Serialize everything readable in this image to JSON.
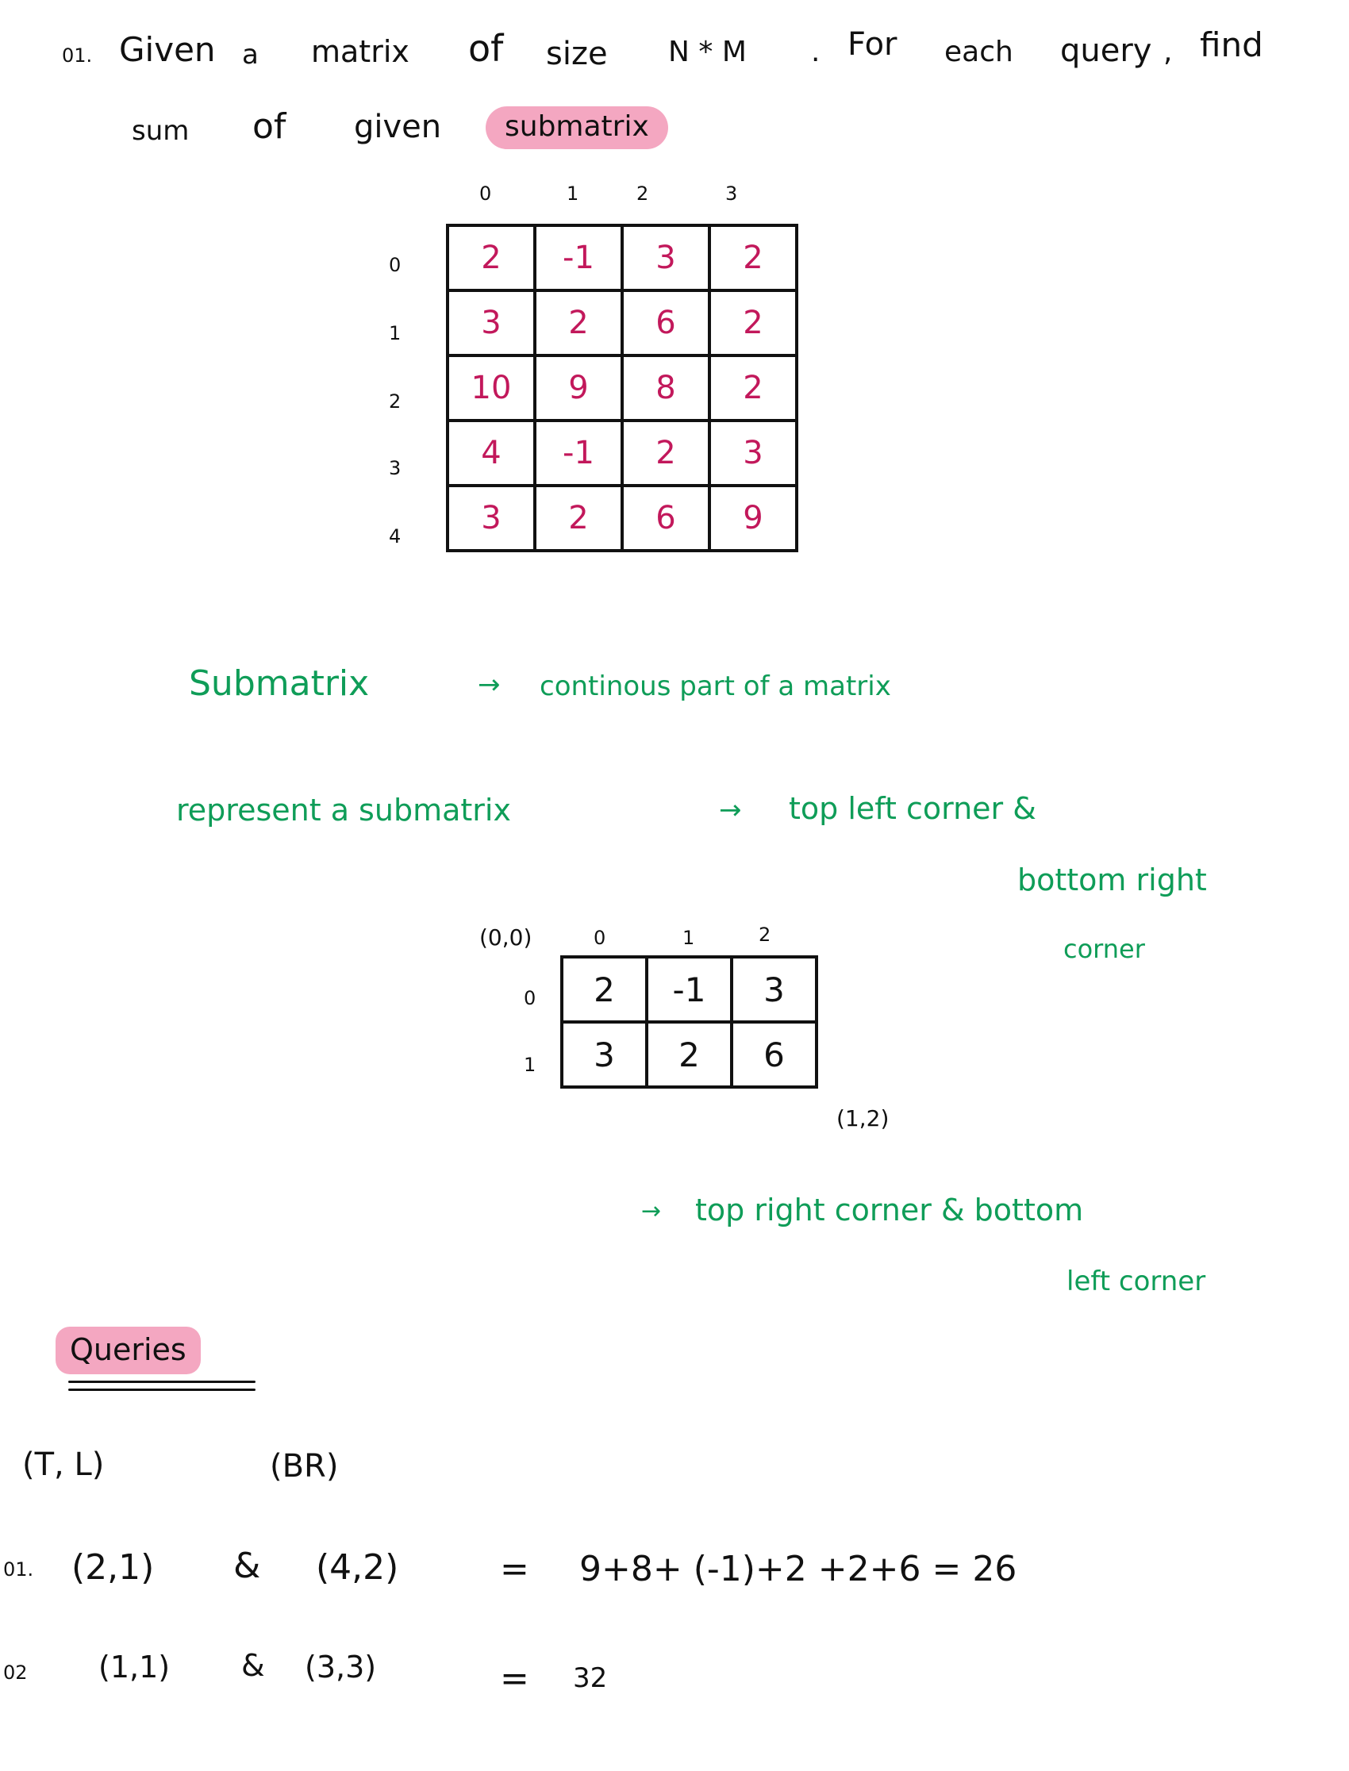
{
  "problem": {
    "number": "01.",
    "line1": [
      "Given",
      "a",
      "matrix",
      "of",
      "size",
      "N * M",
      ".",
      "For",
      "each",
      "query",
      ",",
      "find"
    ],
    "line2_prefix": [
      "sum",
      "of",
      "given"
    ],
    "highlight": "submatrix"
  },
  "matrix": {
    "col_labels": [
      "0",
      "1",
      "2",
      "3"
    ],
    "row_labels": [
      "0",
      "1",
      "2",
      "3",
      "4"
    ],
    "rows": [
      [
        "2",
        "-1",
        "3",
        "2"
      ],
      [
        "3",
        "2",
        "6",
        "2"
      ],
      [
        "10",
        "9",
        "8",
        "2"
      ],
      [
        "4",
        "-1",
        "2",
        "3"
      ],
      [
        "3",
        "2",
        "6",
        "9"
      ]
    ]
  },
  "notes": {
    "submatrix_term": "Submatrix",
    "submatrix_arrow": "→",
    "submatrix_def": "continous part of a matrix",
    "represent_lead": "represent a submatrix",
    "represent_arrow": "→",
    "represent_a": "top left corner &",
    "represent_b": "bottom right",
    "represent_c": "corner",
    "alt_arrow": "→",
    "alt_a": "top right corner & bottom",
    "alt_b": "left corner"
  },
  "example": {
    "origin_label": "(0,0)",
    "col_labels": [
      "0",
      "1",
      "2"
    ],
    "row_labels": [
      "0",
      "1"
    ],
    "rows": [
      [
        "2",
        "-1",
        "3"
      ],
      [
        "3",
        "2",
        "6"
      ]
    ],
    "end_label": "(1,2)"
  },
  "queries": {
    "heading": "Queries",
    "col_tl": "(T, L)",
    "col_br": "(BR)",
    "items": [
      {
        "num": "01.",
        "tl": "(2,1)",
        "amp": "&",
        "br": "(4,2)",
        "eq": "=",
        "expr": "9+8+ (-1)+2 +2+6 = 26"
      },
      {
        "num": "02",
        "tl": "(1,1)",
        "amp": "&",
        "br": "(3,3)",
        "eq": "=",
        "expr": "32"
      }
    ]
  },
  "colors": {
    "ink": "#111111",
    "pink": "#c2185b",
    "green": "#0f9d58",
    "highlight": "#f4a7c1"
  }
}
